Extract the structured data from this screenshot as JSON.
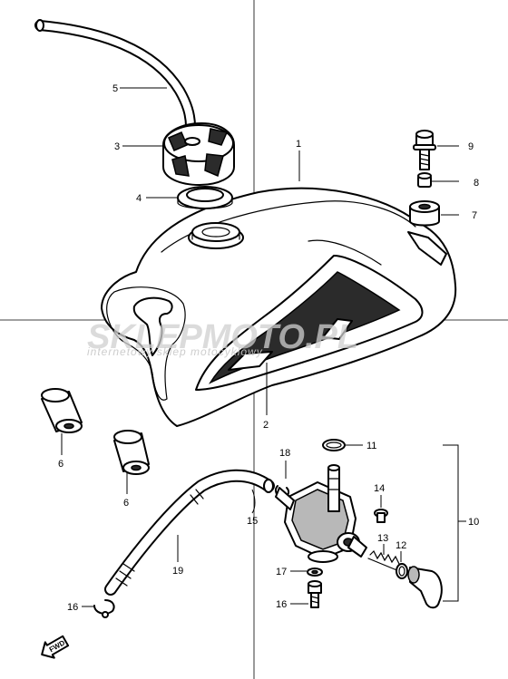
{
  "watermark": {
    "brand": "SKLEPMOTO.PL",
    "tagline": "internetowy sklep motocyklowy"
  },
  "fwd_label": "FWD",
  "callouts": [
    {
      "id": "c1",
      "text": "1"
    },
    {
      "id": "c2",
      "text": "2"
    },
    {
      "id": "c3",
      "text": "3"
    },
    {
      "id": "c4",
      "text": "4"
    },
    {
      "id": "c5",
      "text": "5"
    },
    {
      "id": "c6a",
      "text": "6"
    },
    {
      "id": "c6b",
      "text": "6"
    },
    {
      "id": "c7",
      "text": "7"
    },
    {
      "id": "c8",
      "text": "8"
    },
    {
      "id": "c9",
      "text": "9"
    },
    {
      "id": "c10",
      "text": "10"
    },
    {
      "id": "c11",
      "text": "11"
    },
    {
      "id": "c12",
      "text": "12"
    },
    {
      "id": "c13",
      "text": "13"
    },
    {
      "id": "c14",
      "text": "14"
    },
    {
      "id": "c15",
      "text": "15"
    },
    {
      "id": "c16a",
      "text": "16"
    },
    {
      "id": "c16b",
      "text": "16"
    },
    {
      "id": "c17",
      "text": "17"
    },
    {
      "id": "c18",
      "text": "18"
    },
    {
      "id": "c19",
      "text": "19"
    }
  ]
}
